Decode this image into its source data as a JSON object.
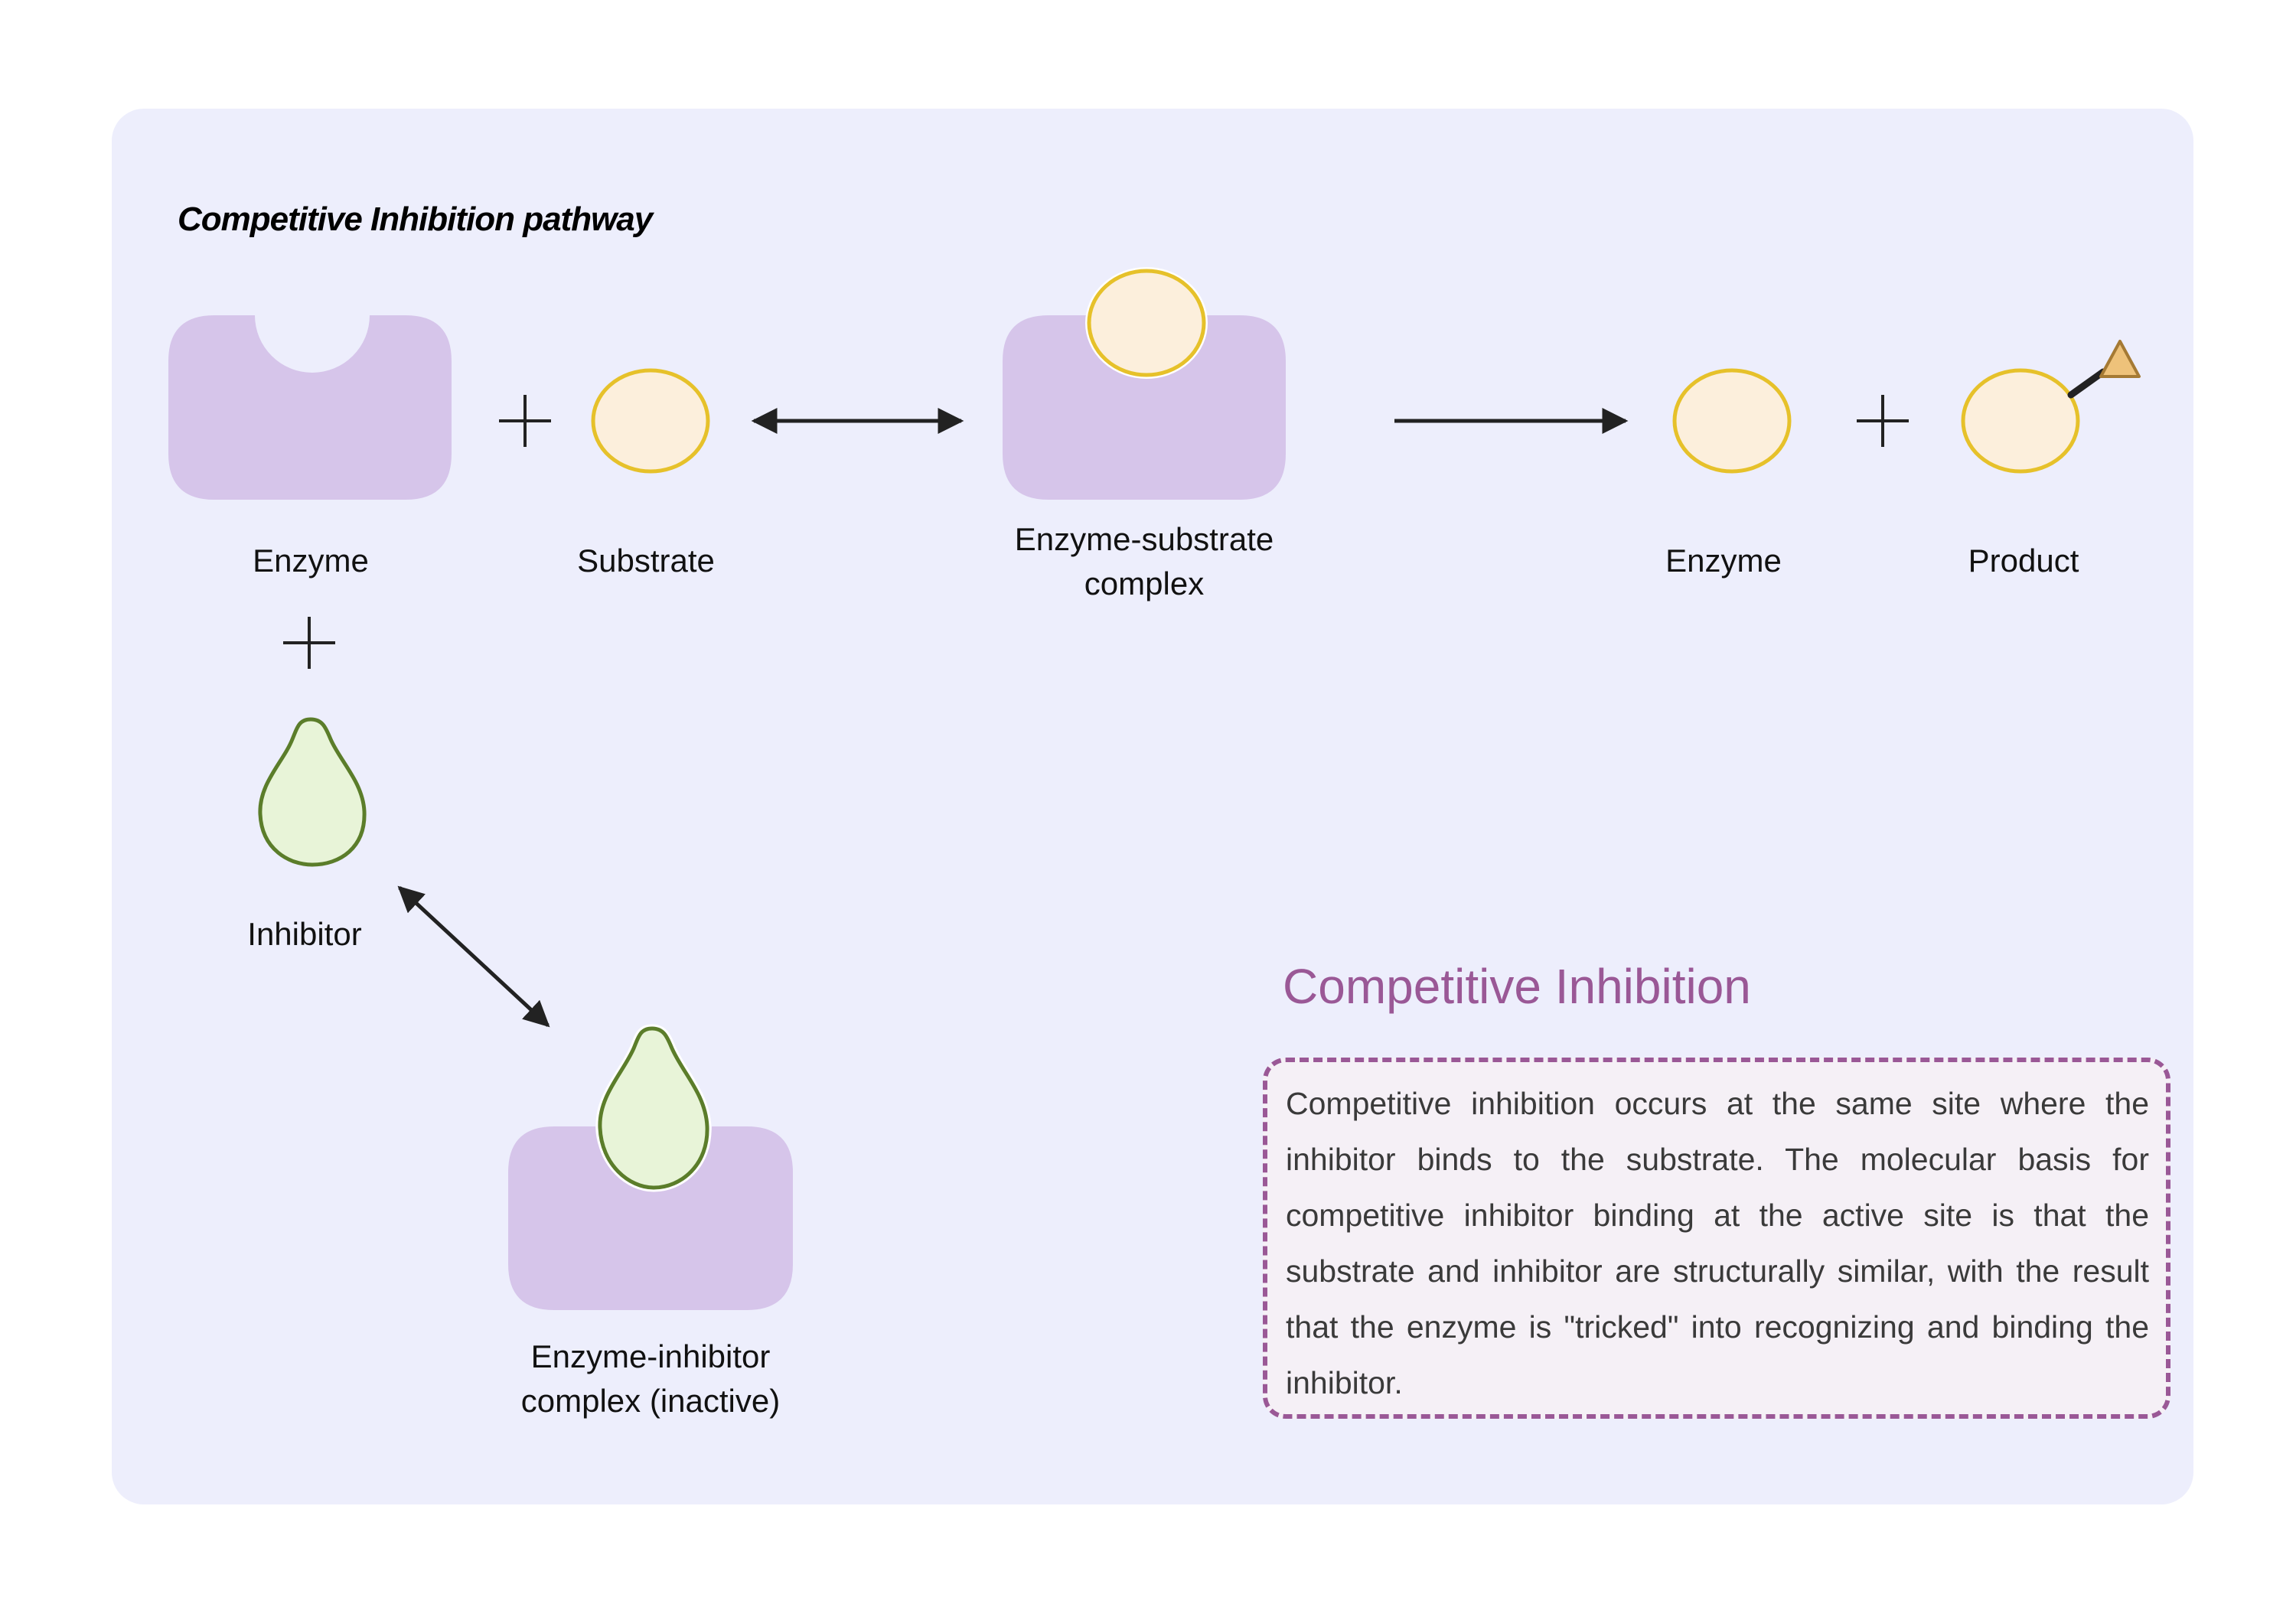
{
  "title": "Competitive Inhibition pathway",
  "labels": {
    "enzyme": "Enzyme",
    "substrate": "Substrate",
    "es_complex_line1": "Enzyme-substrate",
    "es_complex_line2": "complex",
    "enzyme_product_side": "Enzyme",
    "product": "Product",
    "inhibitor": "Inhibitor",
    "ei_complex_line1": "Enzyme-inhibitor",
    "ei_complex_line2": "complex (inactive)"
  },
  "info": {
    "heading": "Competitive Inhibition",
    "body": "Competitive inhibition occurs at the same site where the inhibitor binds to the substrate. The molecular basis for competitive inhibitor binding at the active site is that the substrate and inhibitor are structurally similar, with the result that the enzyme is \"tricked\" into recognizing and binding the inhibitor."
  },
  "colors": {
    "panel_bg": "#edeefc",
    "enzyme_fill": "#d6c5ea",
    "substrate_fill": "#fcefdc",
    "substrate_stroke": "#e6c12a",
    "inhibitor_fill": "#e8f4d8",
    "inhibitor_stroke": "#5b7d2a",
    "product_tag_fill": "#eec27a",
    "product_tag_stroke": "#a57a34",
    "accent": "#9a5896",
    "arrow": "#222222"
  },
  "icons": {
    "enzyme": "enzyme-shape-icon",
    "substrate": "substrate-circle-icon",
    "inhibitor": "inhibitor-drop-icon",
    "product_tag": "triangle-icon"
  }
}
